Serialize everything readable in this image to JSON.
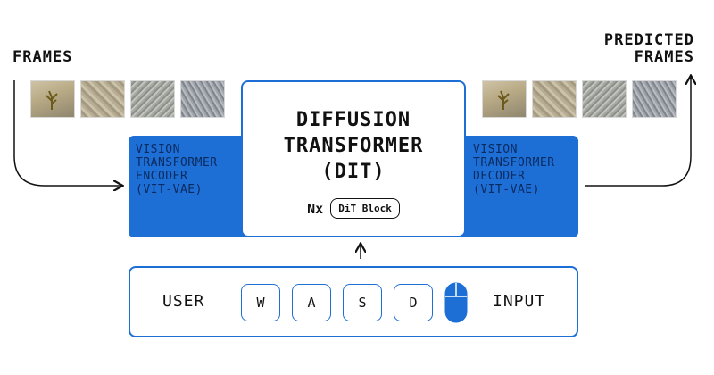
{
  "labels": {
    "frames": "FRAMES",
    "predicted_line1": "PREDICTED",
    "predicted_line2": "FRAMES"
  },
  "encoder": {
    "line1": "VISION",
    "line2": "TRANSFORMER",
    "line3": "ENCODER",
    "line4": "(VIT-VAE)"
  },
  "decoder": {
    "line1": "VISION",
    "line2": "TRANSFORMER",
    "line3": "DECODER",
    "line4": "(VIT-VAE)"
  },
  "dit": {
    "line1": "DIFFUSION",
    "line2": "TRANSFORMER",
    "line3": "(DIT)",
    "repeat": "Nx",
    "block": "DiT Block"
  },
  "input": {
    "user": "USER",
    "input": "INPUT",
    "keys": [
      "W",
      "A",
      "S",
      "D"
    ]
  },
  "colors": {
    "accent": "#1d6fd6",
    "text": "#111111"
  },
  "icons": [
    "mouse-icon",
    "plant-icon"
  ]
}
